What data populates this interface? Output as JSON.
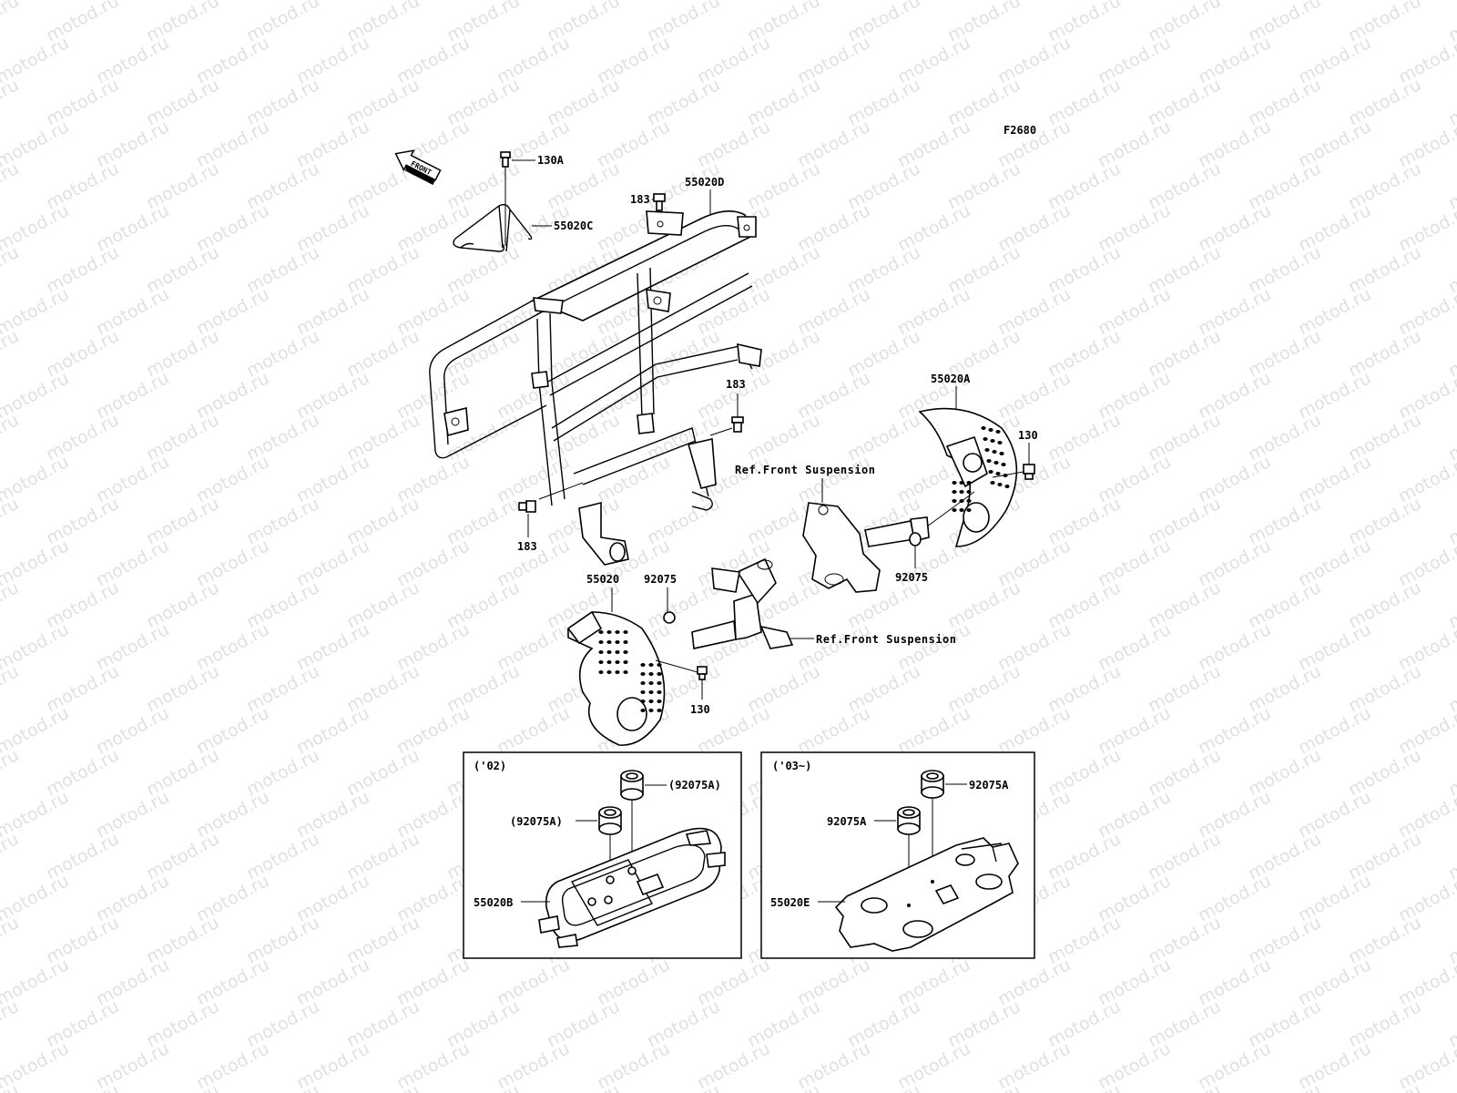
{
  "diagram_code": "F2680",
  "front_arrow": "FRONT",
  "watermark": "motod.ru",
  "labels": {
    "p130A": "130A",
    "p55020C": "55020C",
    "p183_top": "183",
    "p55020D": "55020D",
    "p183_mid": "183",
    "p183_low": "183",
    "p55020A": "55020A",
    "p130_right": "130",
    "ref_upper": "Ref.Front Suspension",
    "p92075_right": "92075",
    "p55020": "55020",
    "p92075_left": "92075",
    "ref_lower": "Ref.Front Suspension",
    "p130_left": "130"
  },
  "inset_left": {
    "year": "('02)",
    "top_label": "(92075A)",
    "mid_label": "(92075A)",
    "part_label": "55020B"
  },
  "inset_right": {
    "year": "('03~)",
    "top_label": "92075A",
    "mid_label": "92075A",
    "part_label": "55020E"
  }
}
